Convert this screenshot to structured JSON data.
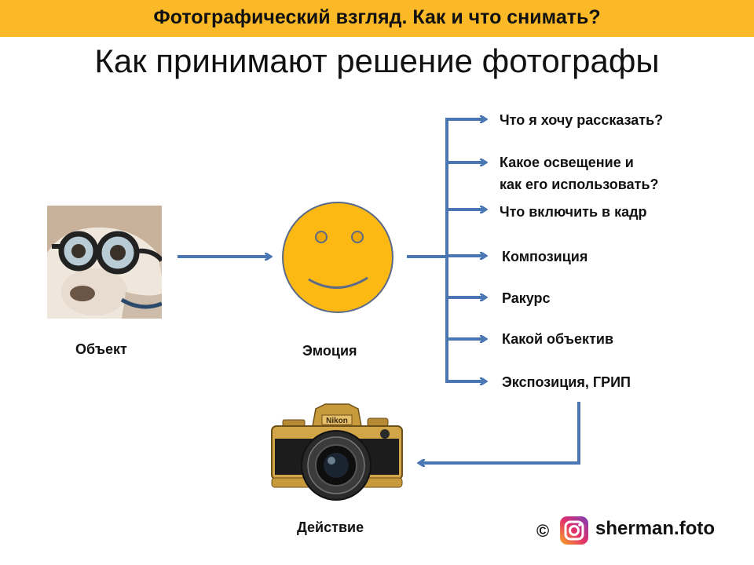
{
  "banner": {
    "text": "Фотографический взгляд. Как и что снимать?"
  },
  "title": "Как принимают решение фотографы",
  "nodes": {
    "object": "Объект",
    "emotion": "Эмоция",
    "action": "Действие"
  },
  "branches": [
    {
      "lines": [
        "Что я хочу рассказать?"
      ]
    },
    {
      "lines": [
        "Какое освещение и",
        "как его использовать?"
      ]
    },
    {
      "lines": [
        "Что включить в кадр"
      ]
    },
    {
      "lines": [
        "Композиция"
      ]
    },
    {
      "lines": [
        "Ракурс"
      ]
    },
    {
      "lines": [
        "Какой объектив"
      ]
    },
    {
      "lines": [
        "Экспозиция, ГРИП"
      ]
    }
  ],
  "camera": {
    "brand": "Nikon"
  },
  "footer": {
    "copyright": "©",
    "handle": "sherman.foto",
    "icon": "instagram-icon"
  },
  "colors": {
    "banner": "#fbb827",
    "arrow": "#4a76b4",
    "smiley": "#fdb913",
    "smiley_stroke": "#5b6a8a"
  }
}
